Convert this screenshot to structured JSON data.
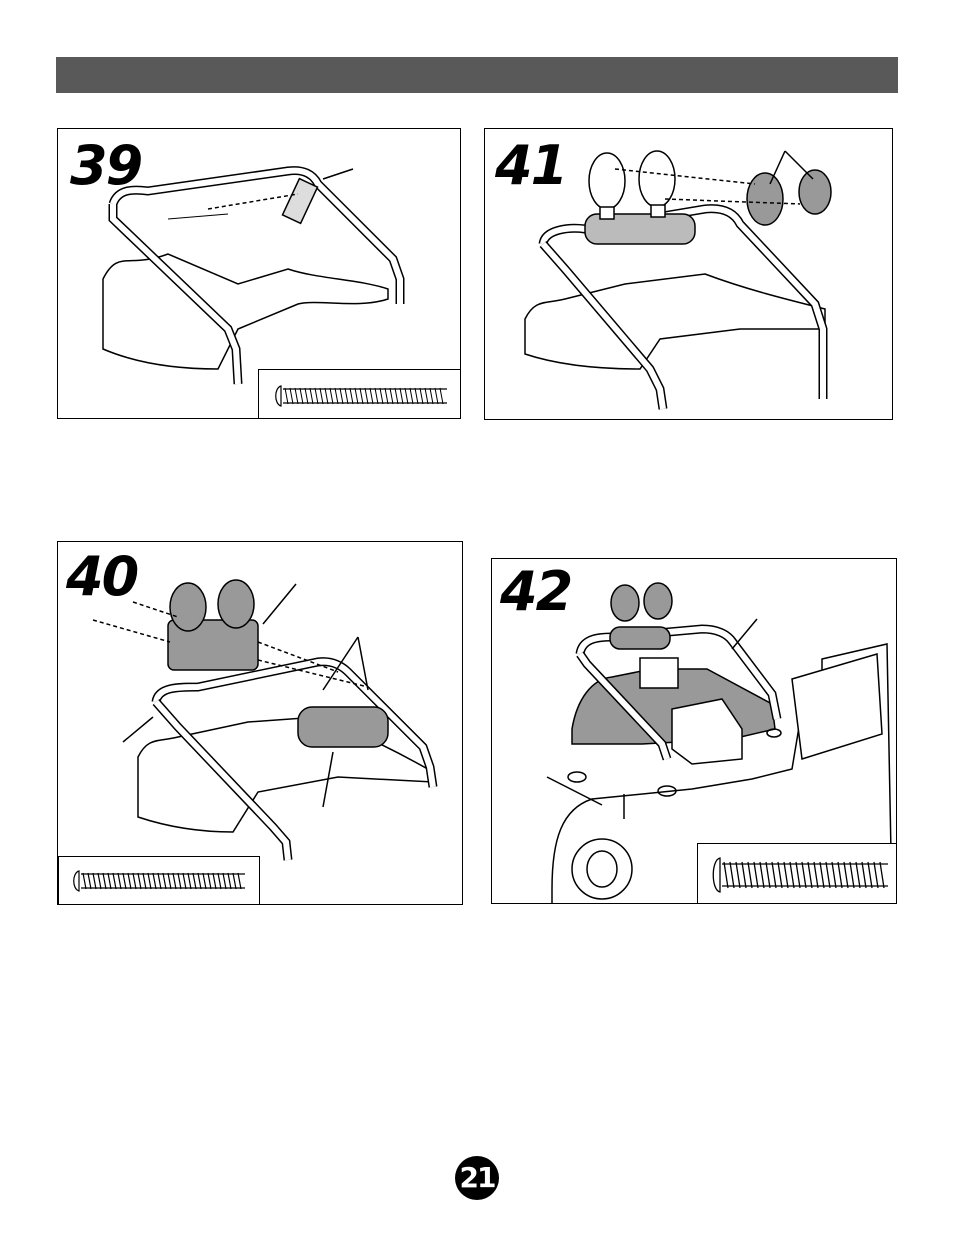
{
  "header": {
    "bar_color": "#595959"
  },
  "steps": [
    {
      "number": "39",
      "icon": "roll-bar-screw-assembly-illustration"
    },
    {
      "number": "41",
      "icon": "light-lens-cover-illustration"
    },
    {
      "number": "40",
      "icon": "light-bar-mounting-illustration"
    },
    {
      "number": "42",
      "icon": "roll-bar-vehicle-install-illustration"
    }
  ],
  "screw_inset_icon": "screw-icon",
  "page_number": "21"
}
